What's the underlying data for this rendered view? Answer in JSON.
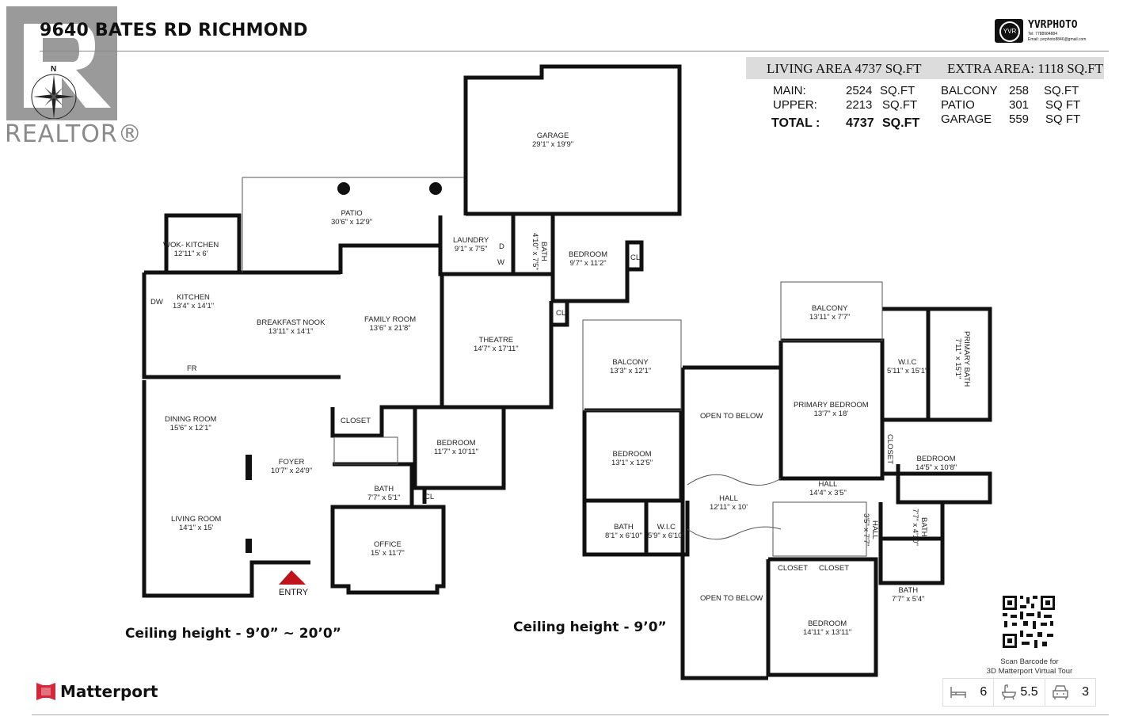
{
  "header": {
    "title": "9640 BATES RD RICHMOND",
    "realtor_logo_text": "REALTOR®",
    "compass_label": "N",
    "photographer": {
      "name": "YVRPHOTO",
      "badge": "YVR",
      "tel": "Tel: 7788984884",
      "email": "Email: yvrphoto8846@gmail.com"
    }
  },
  "area_summary": {
    "living_area_label": "LIVING AREA 4737   SQ.FT",
    "extra_area_label": "EXTRA AREA: 1118  SQ.FT",
    "living_rows": [
      {
        "label": "MAIN:",
        "value": "2524",
        "unit": "SQ.FT"
      },
      {
        "label": "UPPER:",
        "value": "2213",
        "unit": "SQ.FT"
      },
      {
        "label": "TOTAL :",
        "value": "4737",
        "unit": "SQ.FT"
      }
    ],
    "extra_rows": [
      {
        "label": "BALCONY",
        "value": "258",
        "unit": "SQ.FT"
      },
      {
        "label": "PATIO",
        "value": "301",
        "unit": "SQ FT"
      },
      {
        "label": "GARAGE",
        "value": "559",
        "unit": "SQ FT"
      }
    ]
  },
  "main_floor": {
    "ceiling_height": "Ceiling height - 9’0” ~ 20’0”",
    "entry_label": "ENTRY",
    "rooms": [
      {
        "name": "GARAGE",
        "dims": "29'1\" x 19'9\""
      },
      {
        "name": "PATIO",
        "dims": "30'6\" x 12'9\""
      },
      {
        "name": "WOK- KITCHEN",
        "dims": "12'11\" x 6'"
      },
      {
        "name": "LAUNDRY",
        "dims": "9'1\" x 7'5\""
      },
      {
        "name": "BATH",
        "dims": "4'10\" x 7'5\""
      },
      {
        "name": "BEDROOM",
        "dims": "9'7\" x 11'2\""
      },
      {
        "name": "KITCHEN",
        "dims": "13'4\" x 14'1\""
      },
      {
        "name": "BREAKFAST NOOK",
        "dims": "13'11\" x 14'1\""
      },
      {
        "name": "FAMILY ROOM",
        "dims": "13'6\" x 21'8\""
      },
      {
        "name": "THEATRE",
        "dims": "14'7\" x 17'11\""
      },
      {
        "name": "DINING ROOM",
        "dims": "15'6\" x 12'1\""
      },
      {
        "name": "FOYER",
        "dims": "10'7\" x 24'9\""
      },
      {
        "name": "BEDROOM",
        "dims": "11'7\" x 10'11\""
      },
      {
        "name": "BATH",
        "dims": "7'7\" x 5'1\""
      },
      {
        "name": "LIVING ROOM",
        "dims": "14'1\" x 15'"
      },
      {
        "name": "OFFICE",
        "dims": "15' x 11'7\""
      }
    ],
    "labels": {
      "closet": "CLOSET",
      "cl": "CL",
      "dw": "DW",
      "fr": "FR",
      "d": "D",
      "w": "W"
    }
  },
  "upper_floor": {
    "ceiling_height": "Ceiling height - 9’0”",
    "rooms": [
      {
        "name": "BALCONY",
        "dims": "13'3\" x 12'1\""
      },
      {
        "name": "BALCONY",
        "dims": "13'11\" x 7'7\""
      },
      {
        "name": "W.I.C",
        "dims": "5'11\" x 15'1\""
      },
      {
        "name": "PRIMARY BATH",
        "dims": "7'11\" x 15'1\""
      },
      {
        "name": "OPEN TO BELOW",
        "dims": ""
      },
      {
        "name": "PRIMARY BEDROOM",
        "dims": "13'7\" x 18'"
      },
      {
        "name": "BEDROOM",
        "dims": "13'1\" x 12'5\""
      },
      {
        "name": "BEDROOM",
        "dims": "14'5\" x 10'8\""
      },
      {
        "name": "HALL",
        "dims": "14'4\" x 3'5\""
      },
      {
        "name": "HALL",
        "dims": "12'11\" x 10'"
      },
      {
        "name": "HALL",
        "dims": "3'5\" x 7'7\""
      },
      {
        "name": "BATH",
        "dims": "7'7\" x 4'10\""
      },
      {
        "name": "BATH",
        "dims": "8'1\" x 6'10\""
      },
      {
        "name": "W.I.C",
        "dims": "5'9\" x 6'10\""
      },
      {
        "name": "OPEN TO BELOW",
        "dims": ""
      },
      {
        "name": "BATH",
        "dims": "7'7\" x 5'4\""
      },
      {
        "name": "BEDROOM",
        "dims": "14'11\" x 13'11\""
      }
    ],
    "labels": {
      "closet": "CLOSET"
    }
  },
  "footer": {
    "brand": "Matterport",
    "brand_color": "#d6263a",
    "qr_caption_line1": "Scan Barcode for",
    "qr_caption_line2": "3D Matterport Virtual Tour",
    "stats": [
      {
        "icon": "bed-icon",
        "value": "6"
      },
      {
        "icon": "bathtub-icon",
        "value": "5.5"
      },
      {
        "icon": "car-icon",
        "value": "3"
      }
    ]
  },
  "colors": {
    "wall": "#111111",
    "entry_marker": "#c0141c",
    "band": "#dcdcdc",
    "realtor_gray": "#9a9a9a"
  }
}
